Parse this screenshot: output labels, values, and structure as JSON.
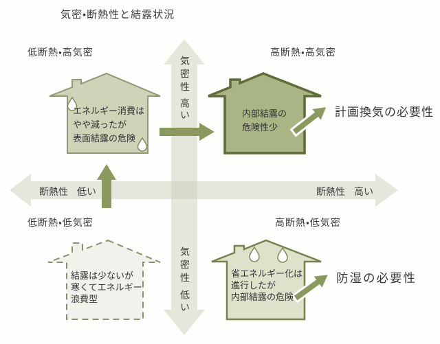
{
  "title": "気密・断熱性と結露状況",
  "axes": {
    "vertical": {
      "name": "気密性",
      "high": "高い",
      "low": "低い"
    },
    "horizontal": {
      "name": "断熱性",
      "low": "低い",
      "high": "高い"
    }
  },
  "quadrants": {
    "top_left": {
      "label": "低断熱・高気密",
      "house_lines": [
        "エネルギー消費は",
        "やや減ったが",
        "表面結露の危険"
      ]
    },
    "top_right": {
      "label": "高断熱・高気密",
      "house_lines": [
        "内部結露の",
        "危険性少"
      ],
      "annotation": "計画換気の必要性"
    },
    "bottom_left": {
      "label": "低断熱・低気密",
      "house_lines": [
        "結露は少ないが",
        "寒くてエネルギー",
        "浪費型"
      ]
    },
    "bottom_right": {
      "label": "高断熱・低気密",
      "house_lines": [
        "省エネルギー化は",
        "進行したが",
        "内部結露の危険"
      ],
      "annotation": "防湿の必要性"
    }
  },
  "colors": {
    "axis_arrow_fill": "#c9cdb4",
    "green_arrow": "#8a9a5e",
    "house_top_left_fill": "#cdd4b8",
    "house_top_left_stroke": "#8e9871",
    "house_top_right_fill": "#a9b584",
    "house_top_right_stroke": "#5d6c38",
    "house_bottom_left_fill": "#f2f1eb",
    "house_bottom_left_stroke": "#8b9170",
    "house_bottom_right_fill": "#dde2cb",
    "house_bottom_right_stroke": "#75824c",
    "droplet_fill": "#ffffff",
    "droplet_stroke": "#7d8b55",
    "text": "#3d3d3d"
  }
}
